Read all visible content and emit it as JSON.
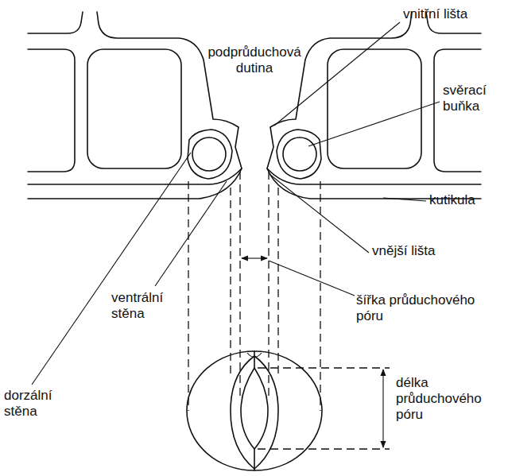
{
  "diagram": {
    "labels": [
      "vnitřní lišta",
      "podprůduchová dutina",
      "svěrací buňka",
      "kutikula",
      "vnější lišta",
      "ventrální stěna",
      "dorzální stěna",
      "šířka průduchového póru",
      "délka průduchového póru"
    ]
  }
}
